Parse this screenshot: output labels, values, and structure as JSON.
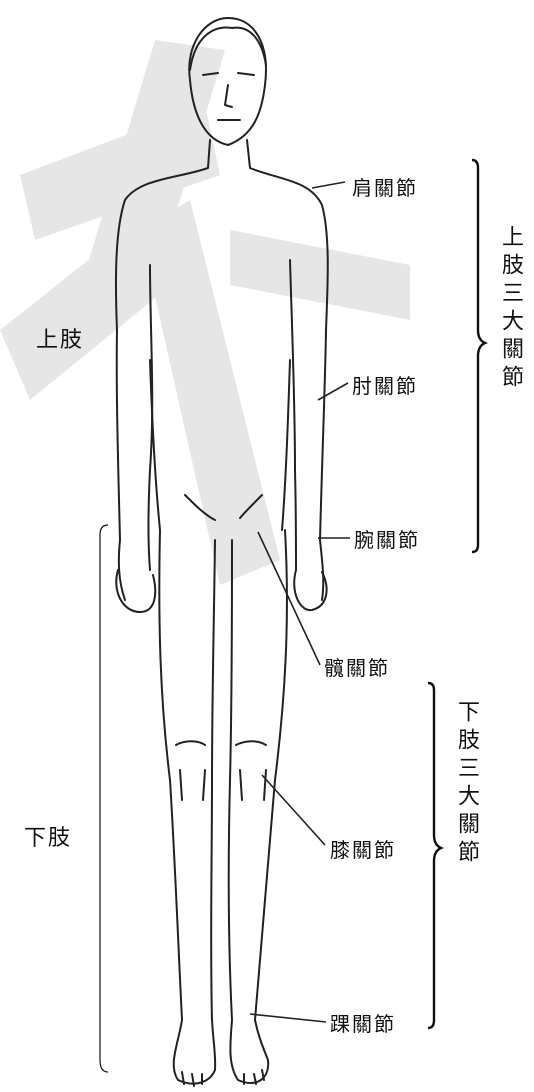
{
  "labels": {
    "shoulder": "肩關節",
    "elbow": "肘關節",
    "wrist": "腕關節",
    "hip": "髖關節",
    "knee": "膝關節",
    "ankle": "踝關節",
    "upper_limb": "上肢",
    "lower_limb": "下肢",
    "upper_group": "上肢三大關節",
    "lower_group": "下肢三大關節"
  },
  "colors": {
    "outline": "#222222",
    "watermark": "#e6e6e6",
    "text": "#111111"
  }
}
